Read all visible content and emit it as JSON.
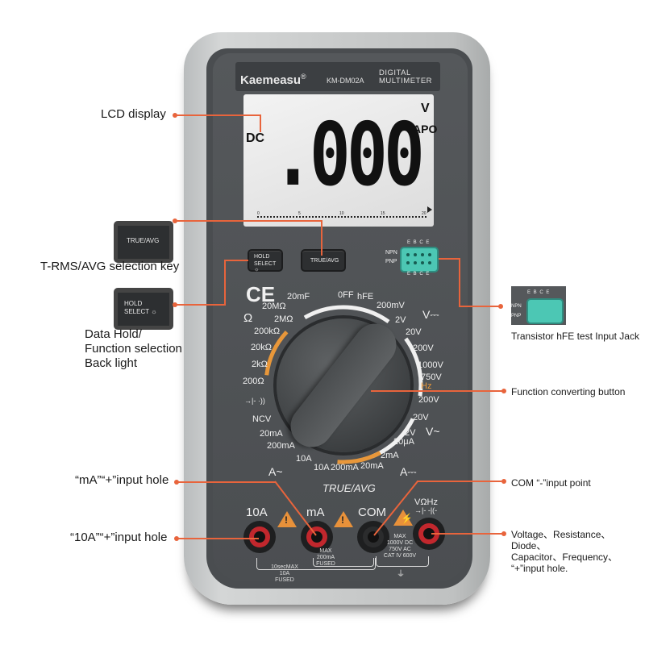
{
  "meter": {
    "brand": "Kaemeasu",
    "registered": "®",
    "model": "KM-DM02A",
    "type_line1": "DIGITAL",
    "type_line2": "MULTIMETER",
    "lcd": {
      "mode": "DC",
      "unit": "V",
      "apo": "APO",
      "reading": ".000",
      "bar_ticks": [
        "0",
        "5",
        "10",
        "15",
        "20"
      ]
    },
    "buttons": {
      "hold_line1": "HOLD",
      "hold_line2": "SELECT",
      "true_avg": "TRUE/AVG"
    },
    "hfe": {
      "top_labels": "E B C E",
      "bottom_labels": "E B C E",
      "npn": "NPN",
      "pnp": "PNP"
    },
    "ce_mark": "CE",
    "dial": {
      "top": [
        "20mF",
        "0FF",
        "hFE"
      ],
      "ohm_symbol": "Ω",
      "ohm_ranges": [
        "20MΩ",
        "2MΩ",
        "200kΩ",
        "20kΩ",
        "2kΩ",
        "200Ω"
      ],
      "diode": "→|- ·))",
      "ncv": "NCV",
      "ac_current": [
        "20mA",
        "200mA",
        "10A"
      ],
      "ac_current_label": "A~",
      "dc_current": [
        "10A",
        "200mA",
        "20mA",
        "2mA",
        "20μA"
      ],
      "dc_current_label": "A⎓",
      "dc_voltage_label": "V⎓",
      "dc_voltage": [
        "200mV",
        "2V",
        "20V",
        "200V",
        "1000V"
      ],
      "ac_voltage": [
        "750V",
        "200V",
        "20V",
        "2V"
      ],
      "hz": "Hz",
      "ac_voltage_label": "V~"
    },
    "true_avg_label": "TRUE/AVG",
    "jacks": {
      "a10": "10A",
      "ma": "mA",
      "com": "COM",
      "vohm_line1": "VΩHz",
      "vohm_line2": "→|- -|(-"
    },
    "ratings": {
      "ma_1": "MAX",
      "ma_2": "200mA",
      "ma_3": "FUSED",
      "a10_1": "10secMAX",
      "a10_2": "10A",
      "a10_3": "FUSED",
      "v_1": "MAX",
      "v_2": "1000V DC",
      "v_3": "750V AC",
      "v_4": "CAT IV  600V"
    }
  },
  "callouts": {
    "lcd": "LCD display",
    "true_avg_key": "T-RMS/AVG selection key",
    "true_avg_button": "TRUE/AVG",
    "hold_button_1": "HOLD",
    "hold_button_2": "SELECT",
    "hold_1": "Data Hold/",
    "hold_2": "Function selection",
    "hold_3": "Back light",
    "hfe": "Transistor hFE test Input Jack",
    "hfe_top": "E B C E",
    "hfe_npn": "NPN",
    "hfe_pnp": "PNP",
    "function": "Function converting button",
    "ma_hole": "“mA”“+”input hole",
    "a10_hole": "“10A”“+”input hole",
    "com": "COM “-”input point",
    "vohm_1": "Voltage、Resistance、Diode、",
    "vohm_2": "Capacitor、Frequency、",
    "vohm_3": "“+”input hole."
  },
  "colors": {
    "accent": "#e8643c",
    "body_gray": "#4a4d50",
    "shell_gray": "#c9cbcb",
    "dial_orange": "#e8973a",
    "hfe_teal": "#4cc7b4",
    "jack_red": "#c1272d"
  }
}
